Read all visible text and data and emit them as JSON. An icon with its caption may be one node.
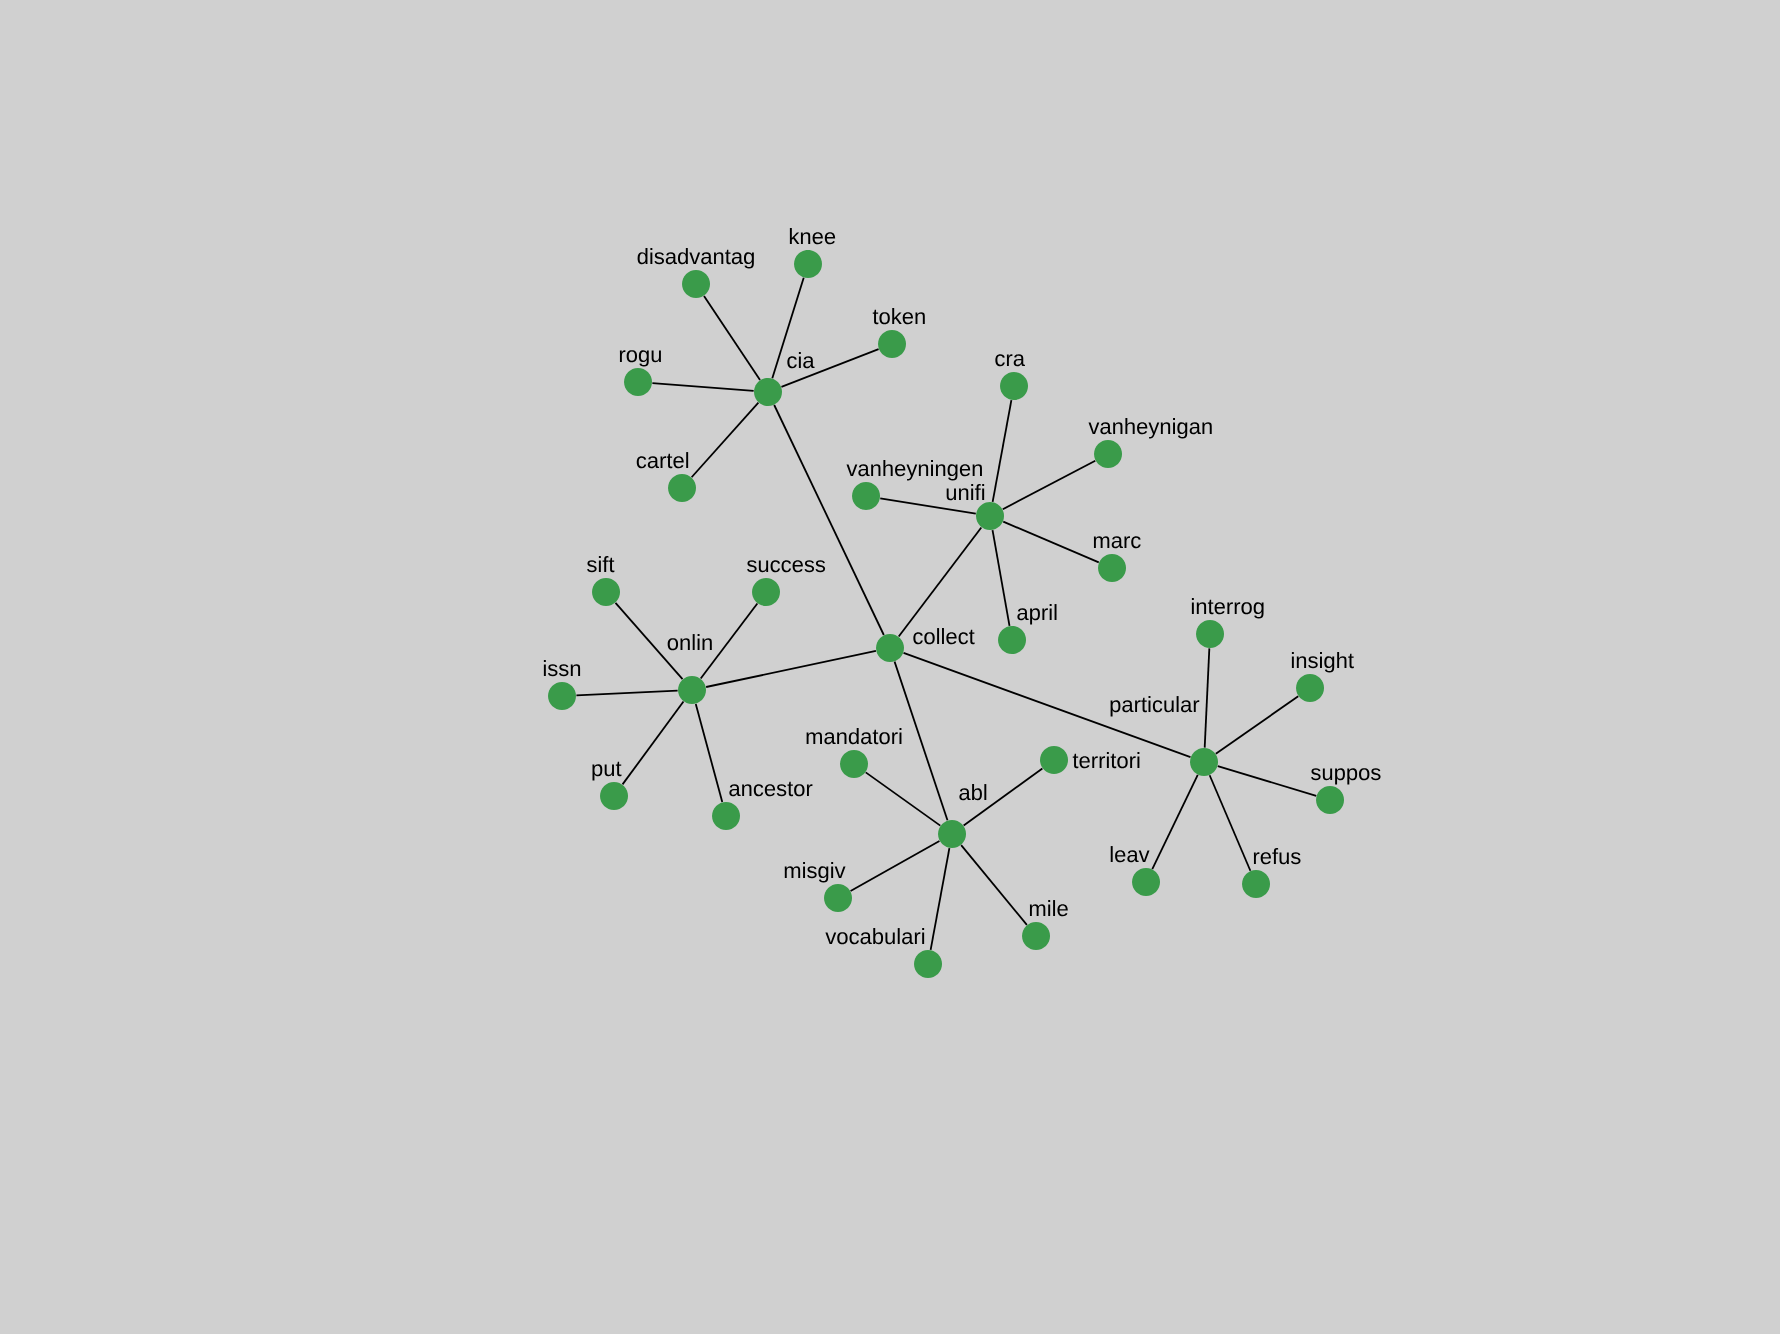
{
  "diagram": {
    "nodes": [
      {
        "text": [
          "knee"
        ]
      },
      {
        "text": [
          "disadvantag"
        ]
      },
      {
        "text": [
          "token"
        ]
      },
      {
        "text": [
          "rogu"
        ]
      },
      {
        "text": [
          "cra"
        ]
      },
      {
        "text": [
          "cia"
        ]
      },
      {
        "text": [
          "vanheynigan"
        ]
      },
      {
        "text": [
          "cartel"
        ]
      },
      {
        "text": [
          "vanheyningen"
        ]
      },
      {
        "text": [
          "unifi"
        ]
      },
      {
        "text": [
          "marc"
        ]
      },
      {
        "text": [
          "sift"
        ]
      },
      {
        "text": [
          "success"
        ]
      },
      {
        "text": [
          "interrog"
        ]
      },
      {
        "text": [
          "april"
        ]
      },
      {
        "text": [
          "collect"
        ]
      },
      {
        "text": [
          "insight"
        ]
      },
      {
        "text": [
          "onlin"
        ]
      },
      {
        "text": [
          "issn"
        ]
      },
      {
        "text": [
          "territori"
        ]
      },
      {
        "text": [
          "particular"
        ]
      },
      {
        "text": [
          "mandatori"
        ]
      },
      {
        "text": [
          "put"
        ]
      },
      {
        "text": [
          "suppos"
        ]
      },
      {
        "text": [
          "ancestor"
        ]
      },
      {
        "text": [
          "abl"
        ]
      },
      {
        "text": [
          "leav"
        ]
      },
      {
        "text": [
          "refus"
        ]
      },
      {
        "text": [
          "misgiv"
        ]
      },
      {
        "text": [
          "mile"
        ]
      },
      {
        "text": [
          "vocabulari"
        ]
      }
    ],
    "edges": [
      {
        "from": 5,
        "to": 1,
        "arrow": "none"
      },
      {
        "from": 5,
        "to": 0,
        "arrow": "none"
      },
      {
        "from": 5,
        "to": 2,
        "arrow": "none"
      },
      {
        "from": 5,
        "to": 3,
        "arrow": "none"
      },
      {
        "from": 5,
        "to": 7,
        "arrow": "none"
      },
      {
        "from": 5,
        "to": 15,
        "arrow": "none"
      },
      {
        "from": 9,
        "to": 4,
        "arrow": "none"
      },
      {
        "from": 9,
        "to": 6,
        "arrow": "none"
      },
      {
        "from": 9,
        "to": 8,
        "arrow": "none"
      },
      {
        "from": 9,
        "to": 10,
        "arrow": "none"
      },
      {
        "from": 9,
        "to": 14,
        "arrow": "none"
      },
      {
        "from": 9,
        "to": 15,
        "arrow": "none"
      },
      {
        "from": 17,
        "to": 11,
        "arrow": "none"
      },
      {
        "from": 17,
        "to": 12,
        "arrow": "none"
      },
      {
        "from": 17,
        "to": 18,
        "arrow": "none"
      },
      {
        "from": 17,
        "to": 22,
        "arrow": "none"
      },
      {
        "from": 17,
        "to": 24,
        "arrow": "none"
      },
      {
        "from": 17,
        "to": 15,
        "arrow": "none"
      },
      {
        "from": 25,
        "to": 15,
        "arrow": "none"
      },
      {
        "from": 25,
        "to": 21,
        "arrow": "none"
      },
      {
        "from": 25,
        "to": 19,
        "arrow": "none"
      },
      {
        "from": 25,
        "to": 28,
        "arrow": "none"
      },
      {
        "from": 25,
        "to": 30,
        "arrow": "none"
      },
      {
        "from": 25,
        "to": 29,
        "arrow": "none"
      },
      {
        "from": 20,
        "to": 15,
        "arrow": "none"
      },
      {
        "from": 20,
        "to": 13,
        "arrow": "none"
      },
      {
        "from": 20,
        "to": 16,
        "arrow": "none"
      },
      {
        "from": 20,
        "to": 23,
        "arrow": "none"
      },
      {
        "from": 20,
        "to": 26,
        "arrow": "none"
      },
      {
        "from": 20,
        "to": 27,
        "arrow": "none"
      }
    ]
  }
}
